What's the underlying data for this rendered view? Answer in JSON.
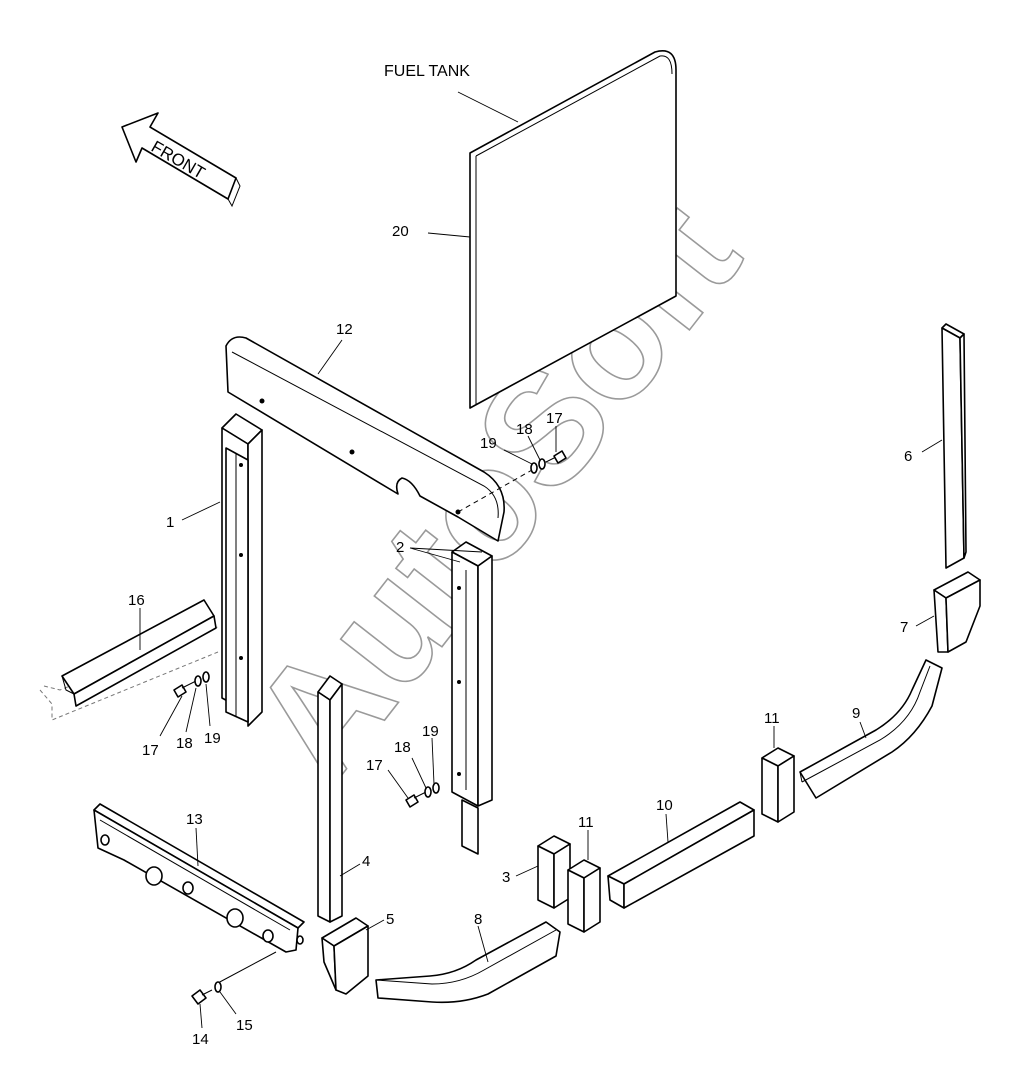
{
  "labels": {
    "fuel_tank": "FUEL TANK",
    "front": "FRONT",
    "watermark": "AutoSoft"
  },
  "callouts": {
    "p1": "1",
    "p2": "2",
    "p3": "3",
    "p4": "4",
    "p5": "5",
    "p6": "6",
    "p7": "7",
    "p8": "8",
    "p9": "9",
    "p10": "10",
    "p11a": "11",
    "p11b": "11",
    "p12": "12",
    "p13": "13",
    "p14": "14",
    "p15": "15",
    "p16": "16",
    "p17a": "17",
    "p17b": "17",
    "p17c": "17",
    "p18a": "18",
    "p18b": "18",
    "p18c": "18",
    "p19a": "19",
    "p19b": "19",
    "p19c": "19",
    "p20": "20"
  }
}
